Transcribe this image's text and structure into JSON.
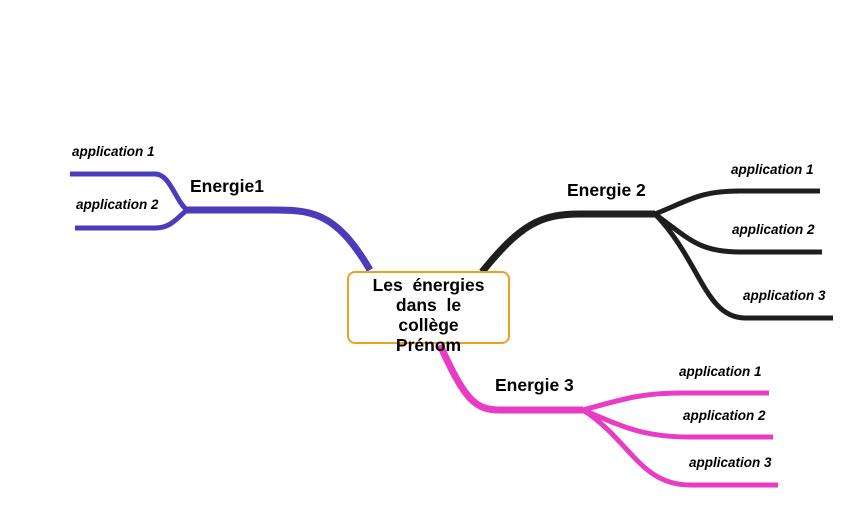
{
  "central": {
    "lines": [
      "Les  énergies",
      "dans  le",
      "collège",
      "Prénom"
    ],
    "border_color": "#f0a020"
  },
  "branches": [
    {
      "label": "Energie1",
      "color": "#4b3cbc",
      "leaves": [
        "application 1",
        "application 2"
      ]
    },
    {
      "label": "Energie 2",
      "color": "#1e1e1e",
      "leaves": [
        "application 1",
        "application 2",
        "application 3"
      ]
    },
    {
      "label": "Energie 3",
      "color": "#e83cc4",
      "leaves": [
        "application 1",
        "application 2",
        "application 3"
      ]
    }
  ]
}
